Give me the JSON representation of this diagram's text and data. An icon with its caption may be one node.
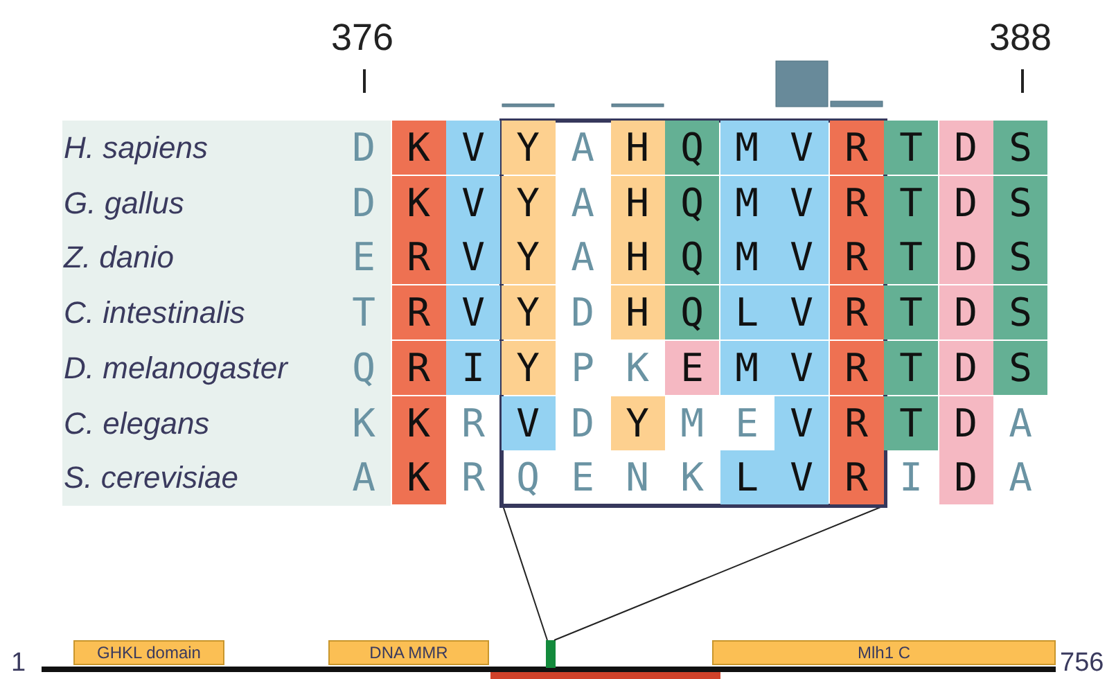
{
  "diagram": {
    "nodes": [
      {
        "text": [],
        "shape": "box"
      },
      {
        "text": [
          "GHKL domain"
        ]
      },
      {
        "text": [
          "DNA MMR"
        ]
      },
      {
        "text": [],
        "shape": "bar"
      },
      {
        "text": [
          "Mlh1 C"
        ]
      },
      {
        "text": [],
        "shape": "bar"
      }
    ],
    "edges": [
      {
        "from": 0,
        "to": 3,
        "arrow": "none"
      },
      {
        "from": 0,
        "to": 3,
        "arrow": "none"
      }
    ],
    "labels": [
      "376",
      "388",
      "H. sapiens",
      "D",
      "K",
      "V",
      "Y",
      "A",
      "H",
      "Q",
      "M",
      "V",
      "R",
      "T",
      "D",
      "S",
      "G. gallus",
      "D",
      "K",
      "V",
      "Y",
      "A",
      "H",
      "Q",
      "M",
      "V",
      "R",
      "T",
      "D",
      "S",
      "Z. danio",
      "E",
      "R",
      "V",
      "Y",
      "A",
      "H",
      "Q",
      "M",
      "V",
      "R",
      "T",
      "D",
      "S",
      "C. intestinalis",
      "T",
      "R",
      "V",
      "Y",
      "D",
      "H",
      "Q",
      "L",
      "V",
      "R",
      "T",
      "D",
      "S",
      "D. melanogaster",
      "Q",
      "R",
      "I",
      "Y",
      "P",
      "K",
      "E",
      "M",
      "V",
      "R",
      "T",
      "D",
      "S",
      "C. elegans",
      "K",
      "K",
      "R",
      "V",
      "D",
      "Y",
      "M",
      "E",
      "V",
      "R",
      "T",
      "D",
      "A",
      "S. cerevisiae",
      "A",
      "K",
      "R",
      "Q",
      "E",
      "N",
      "K",
      "L",
      "V",
      "R",
      "I",
      "D",
      "A",
      "1",
      "756"
    ]
  }
}
